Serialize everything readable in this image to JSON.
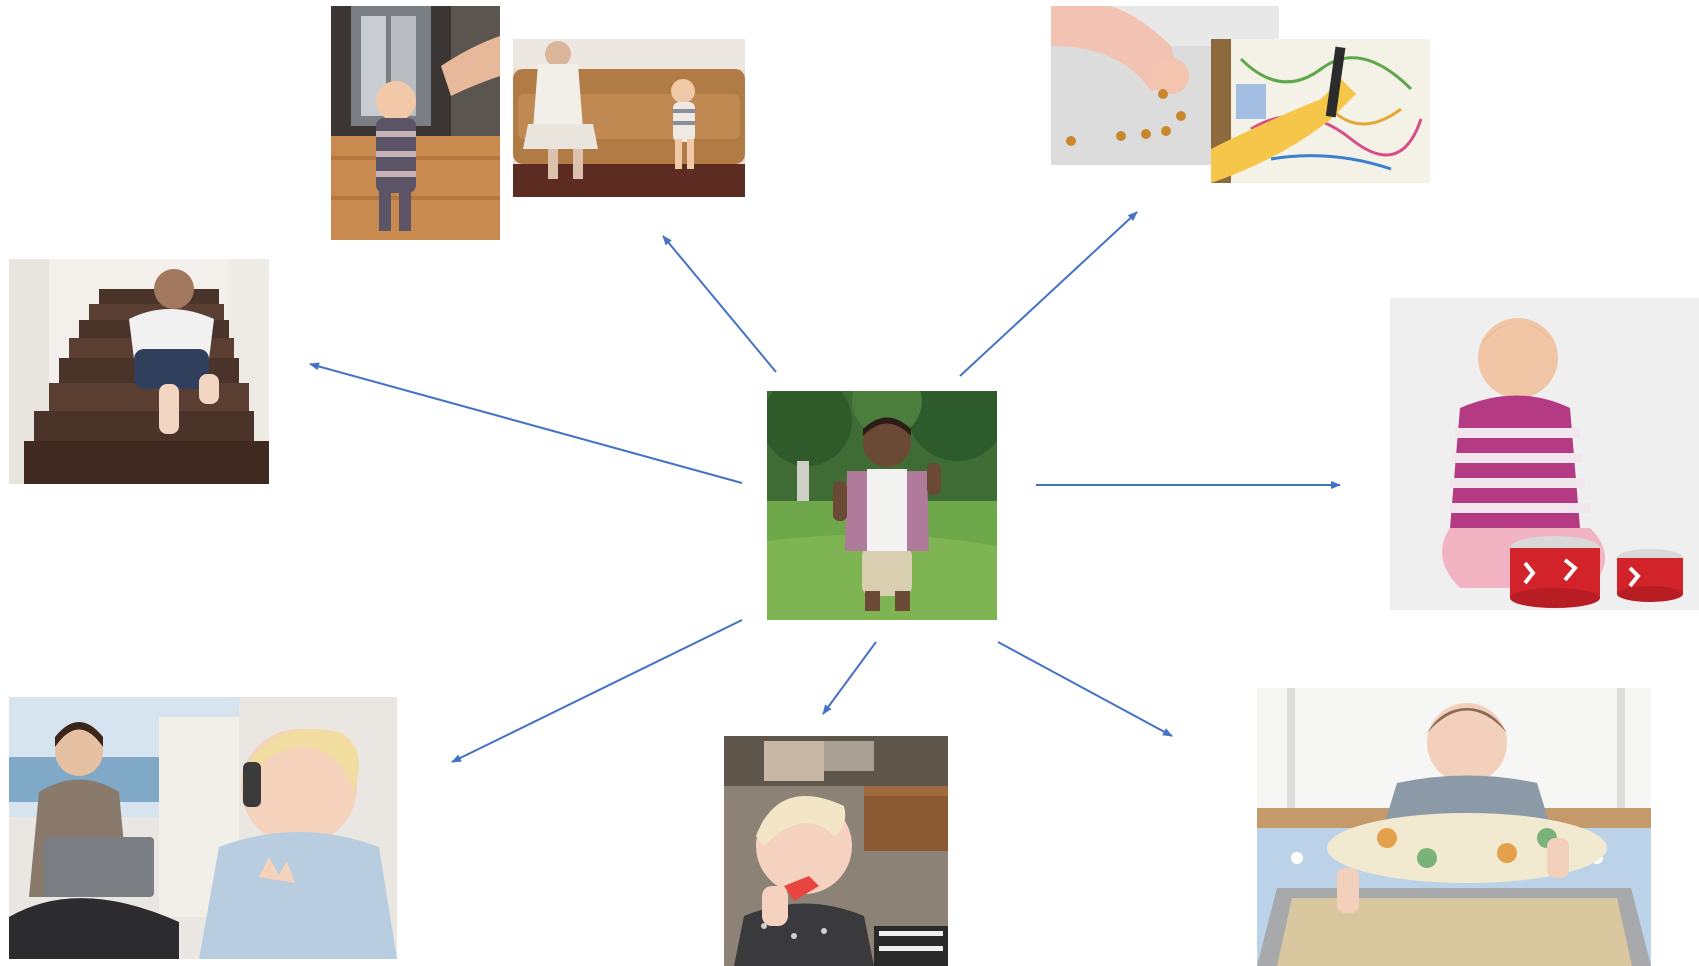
{
  "diagram": {
    "arrow_color": "#4472C4",
    "center_photo": "toddler-standing-on-grass",
    "surrounding_photos": [
      "baby-first-steps-holding-hand",
      "baby-cruising-along-couch",
      "toddler-picking-up-cereal",
      "toddler-drawing-with-crayon",
      "baby-climbing-stairs",
      "baby-playing-toy-drums",
      "toddler-on-toy-phone-imitating-mother",
      "toddler-eating-snack",
      "baby-sensory-play-tray"
    ]
  }
}
